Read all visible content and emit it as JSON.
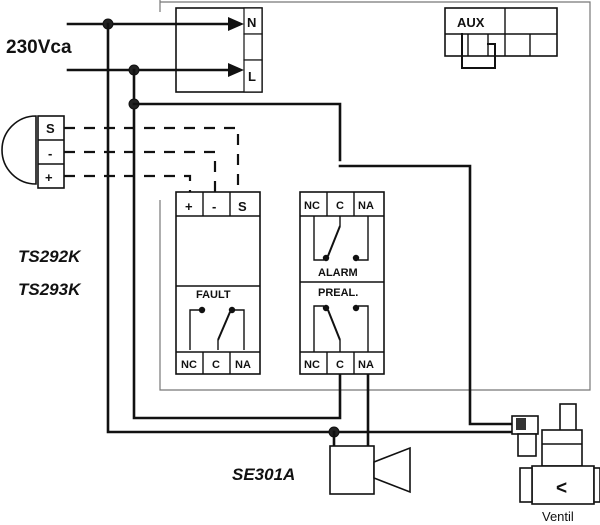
{
  "supply": {
    "label": "230Vca",
    "neutral": "N",
    "line": "L"
  },
  "aux": {
    "label": "AUX"
  },
  "sensor": {
    "terminals": [
      "S",
      "-",
      "+"
    ]
  },
  "models": [
    "TS292K",
    "TS293K"
  ],
  "fault_module": {
    "top_terminals": [
      "+",
      "-",
      "S"
    ],
    "relay_label": "FAULT",
    "bottom_terminals": [
      "NC",
      "C",
      "NA"
    ]
  },
  "alarm_module": {
    "top_terminals": [
      "NC",
      "C",
      "NA"
    ],
    "alarm_label": "ALARM",
    "prealarm_label": "PREAL.",
    "bottom_terminals": [
      "NC",
      "C",
      "NA"
    ]
  },
  "siren": {
    "label": "SE301A"
  },
  "valve": {
    "label": "Ventil",
    "symbol": "<"
  }
}
